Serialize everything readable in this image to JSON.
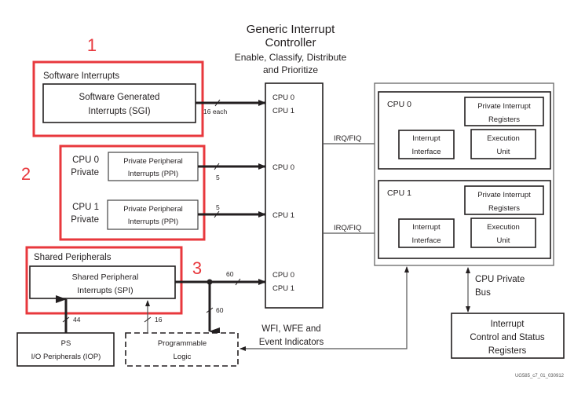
{
  "figure_id": "UG585_c7_01_030912",
  "gic": {
    "title_line1": "Generic Interrupt",
    "title_line2": "Controller",
    "subtitle_line1": "Enable, Classify, Distribute",
    "subtitle_line2": "and Prioritize",
    "ports": {
      "sgi_cpu0": "CPU 0",
      "sgi_cpu1": "CPU 1",
      "ppi0": "CPU 0",
      "ppi1": "CPU 1",
      "spi_cpu0": "CPU 0",
      "spi_cpu1": "CPU 1"
    }
  },
  "groups": [
    {
      "number": "1",
      "label": "Software Interrupts"
    },
    {
      "number": "2",
      "label": ""
    },
    {
      "number": "3",
      "label": "Shared Peripherals"
    }
  ],
  "sgi": {
    "line1": "Software Generated",
    "line2": "Interrupts (SGI)",
    "bus_label": "16 each"
  },
  "ppi": [
    {
      "owner_line1": "CPU 0",
      "owner_line2": "Private",
      "line1": "Private Peripheral",
      "line2": "Interrupts (PPI)",
      "bus_label": "5"
    },
    {
      "owner_line1": "CPU 1",
      "owner_line2": "Private",
      "line1": "Private Peripheral",
      "line2": "Interrupts (PPI)",
      "bus_label": "5"
    }
  ],
  "spi": {
    "line1": "Shared Peripheral",
    "line2": "Interrupts (SPI)",
    "bus_label": "60",
    "pl_bus_label": "60"
  },
  "iop": {
    "line1": "PS",
    "line2": "I/O Peripherals (IOP)",
    "bus_label": "44"
  },
  "pl": {
    "line1": "Programmable",
    "line2": "Logic",
    "bus_label": "16"
  },
  "irq_labels": [
    "IRQ/FIQ",
    "IRQ/FIQ"
  ],
  "cpus": [
    {
      "name": "CPU 0",
      "pir_line1": "Private Interrupt",
      "pir_line2": "Registers",
      "ii_line1": "Interrupt",
      "ii_line2": "Interface",
      "eu_line1": "Execution",
      "eu_line2": "Unit"
    },
    {
      "name": "CPU 1",
      "pir_line1": "Private Interrupt",
      "pir_line2": "Registers",
      "ii_line1": "Interrupt",
      "ii_line2": "Interface",
      "eu_line1": "Execution",
      "eu_line2": "Unit"
    }
  ],
  "wfi": {
    "line1": "WFI, WFE and",
    "line2": "Event Indicators"
  },
  "cpu_bus": {
    "line1": "CPU Private",
    "line2": "Bus"
  },
  "icsr": {
    "line1": "Interrupt",
    "line2": "Control and Status",
    "line3": "Registers"
  }
}
